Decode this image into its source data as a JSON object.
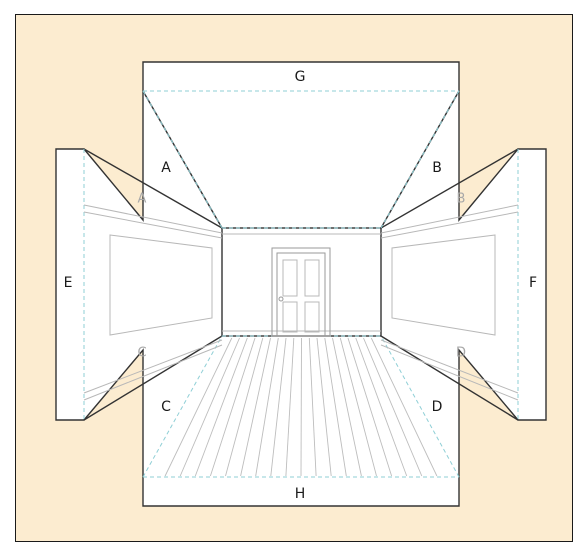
{
  "labels": {
    "top_panel": "G",
    "bottom_panel": "H",
    "left_panel": "E",
    "right_panel": "F",
    "flap_upper_left": "A",
    "flap_upper_right": "B",
    "flap_lower_left": "C",
    "flap_lower_right": "D",
    "wall_upper_left": "A",
    "wall_upper_right": "B",
    "wall_lower_left": "C",
    "wall_lower_right": "D"
  },
  "colors": {
    "background": "#fcecd0",
    "fold_line": "#8fcfd6",
    "outline": "#333333"
  }
}
